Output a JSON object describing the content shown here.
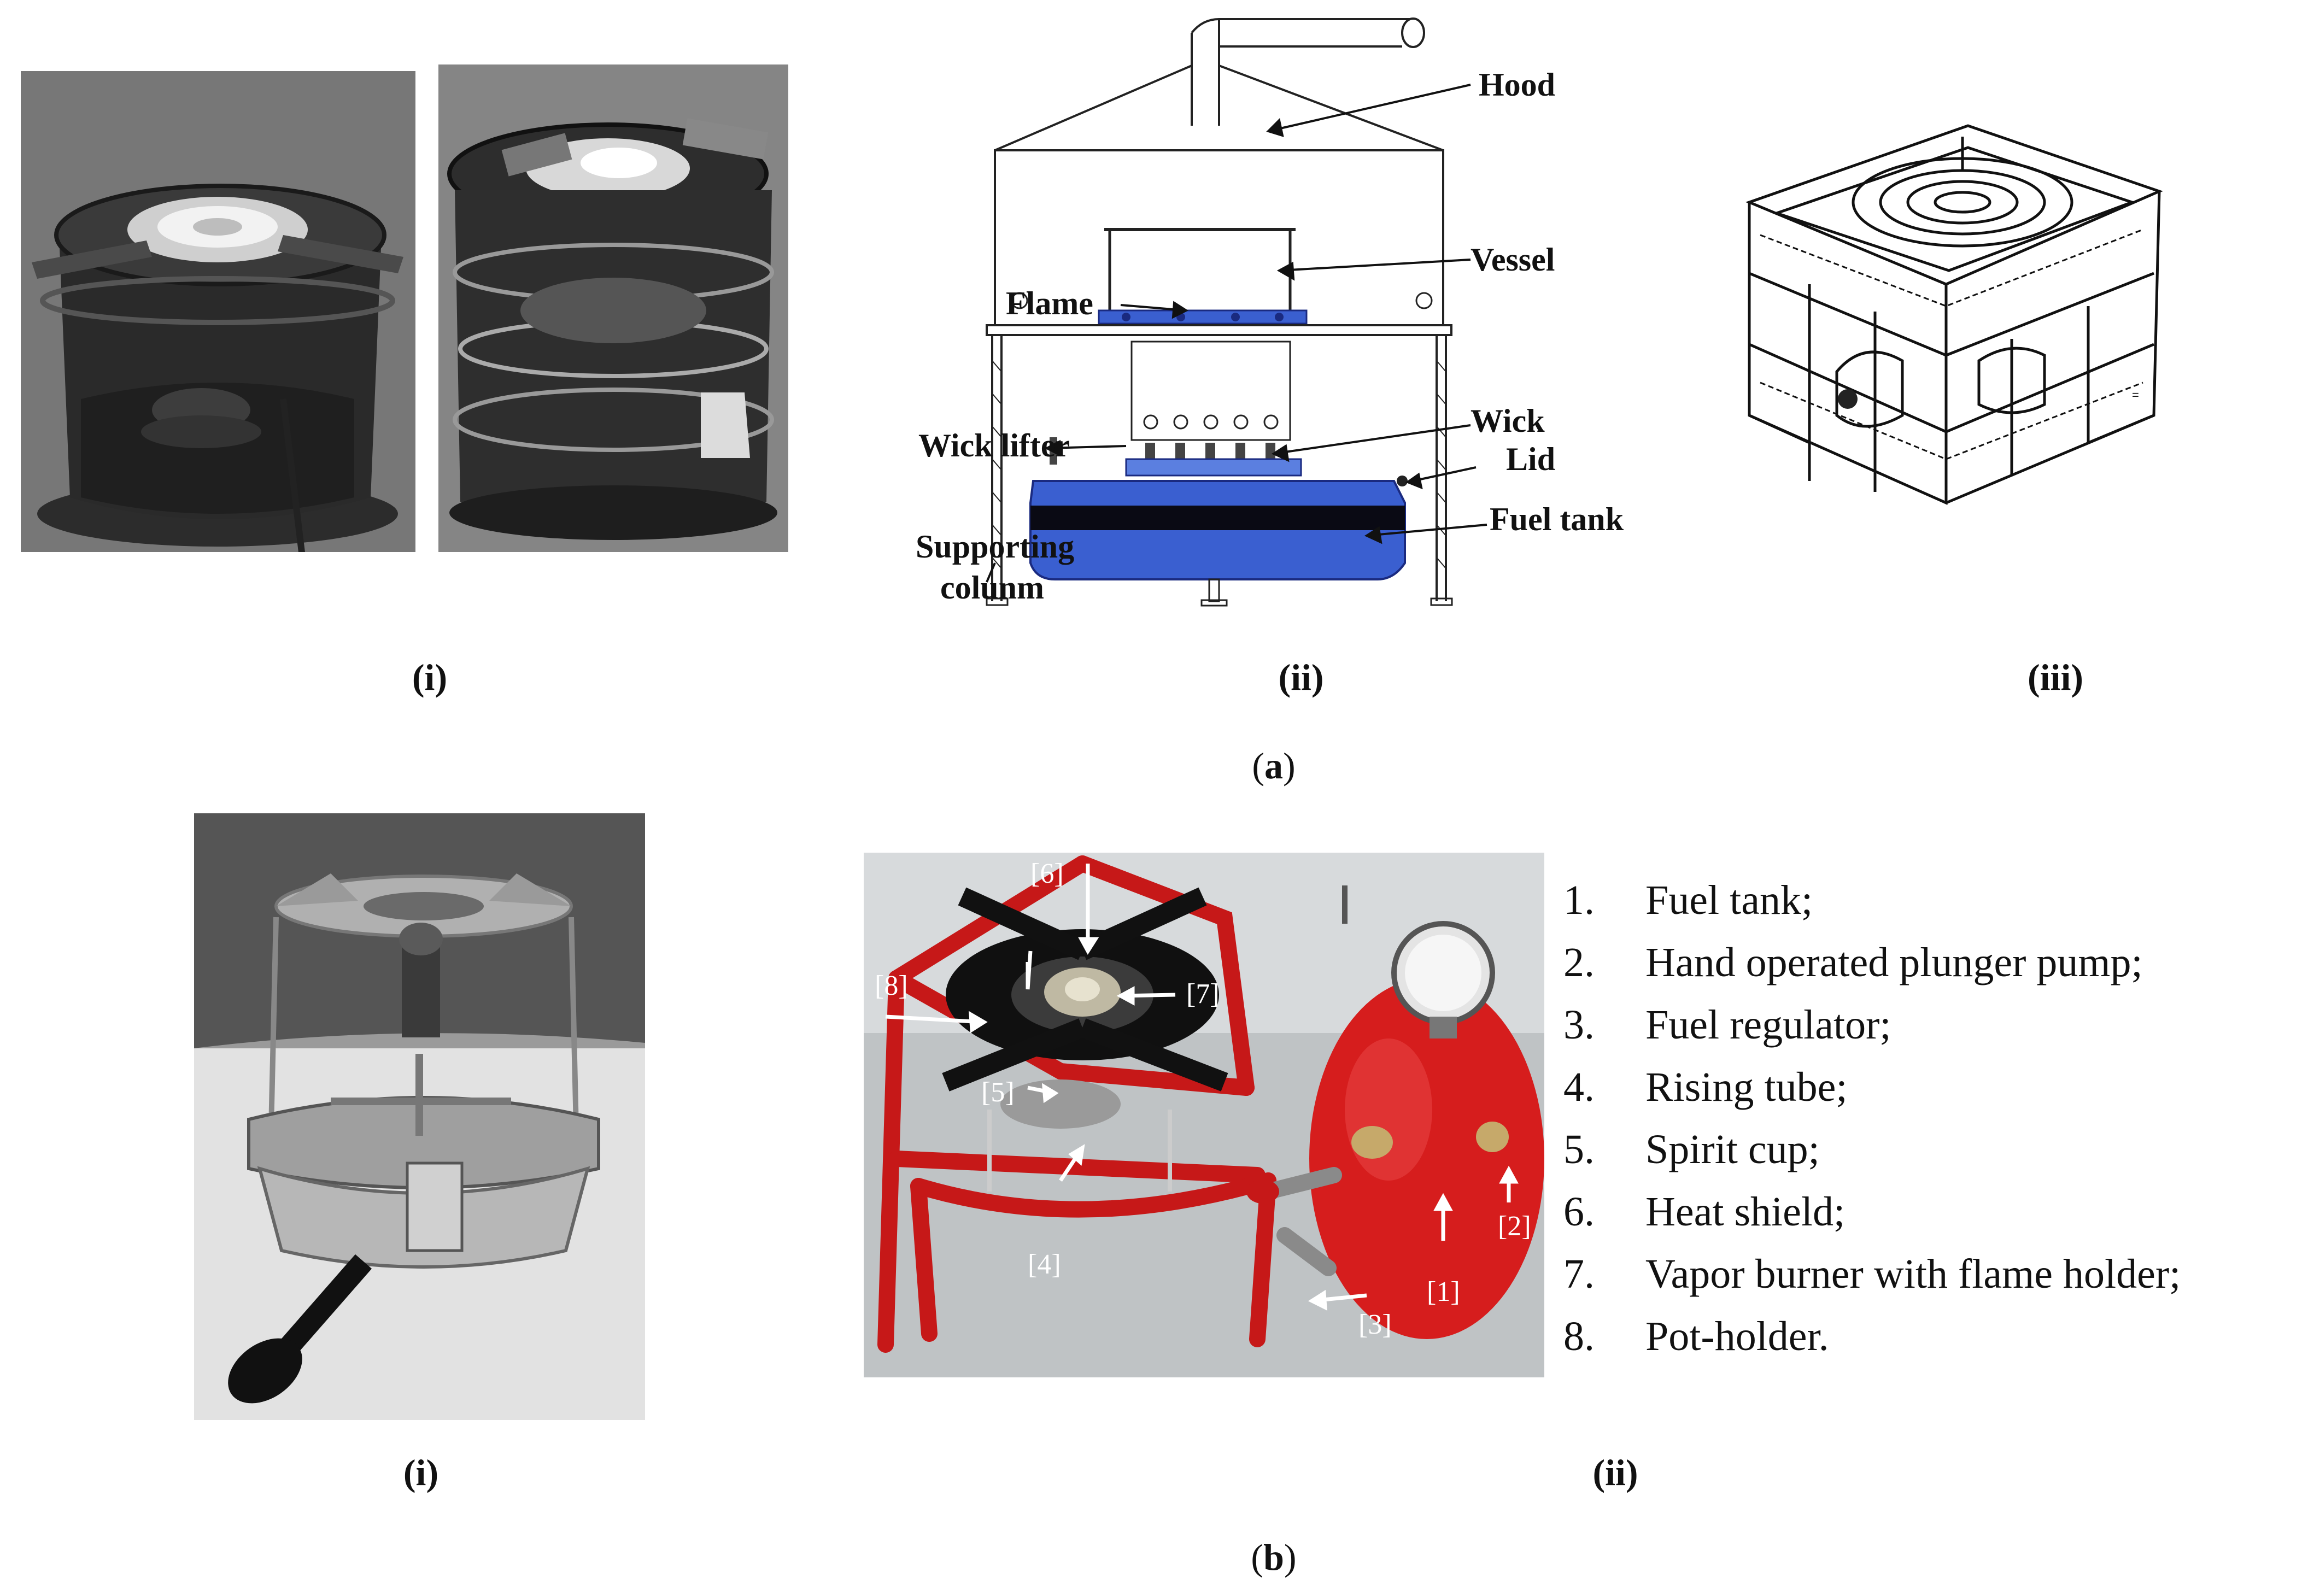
{
  "panel_a": {
    "label_open": "(",
    "label_letter": "a",
    "label_close": ")",
    "subpanels": [
      {
        "label": "(i)"
      },
      {
        "label": "(ii)"
      },
      {
        "label": "(iii)"
      }
    ],
    "diagram_labels": {
      "hood": "Hood",
      "vessel": "Vessel",
      "flame": "Flame",
      "wick": "Wick",
      "wick_lifter": "Wick lifter",
      "lid": "Lid",
      "fuel_tank": "Fuel tank",
      "supporting": "Supporting",
      "column": "colunm"
    }
  },
  "panel_b": {
    "label_open": "(",
    "label_letter": "b",
    "label_close": ")",
    "subpanels": [
      {
        "label": "(i)"
      },
      {
        "label": "(ii)"
      }
    ],
    "photo_markers": [
      "[1]",
      "[2]",
      "[3]",
      "[4]",
      "[5]",
      "[6]",
      "[7]",
      "[8]"
    ],
    "legend": [
      {
        "num": "1.",
        "text": "Fuel tank;"
      },
      {
        "num": "2.",
        "text": "Hand operated plunger pump;"
      },
      {
        "num": "3.",
        "text": "Fuel regulator;"
      },
      {
        "num": "4.",
        "text": "Rising tube;"
      },
      {
        "num": "5.",
        "text": "Spirit cup;"
      },
      {
        "num": "6.",
        "text": "Heat shield;"
      },
      {
        "num": "7.",
        "text": "Vapor burner with flame holder;"
      },
      {
        "num": "8.",
        "text": "Pot-holder."
      }
    ]
  },
  "colors": {
    "tank_blue": "#3a5fd0",
    "stove_red": "#d11f1f",
    "photo_gray": "#8a8a8a"
  }
}
